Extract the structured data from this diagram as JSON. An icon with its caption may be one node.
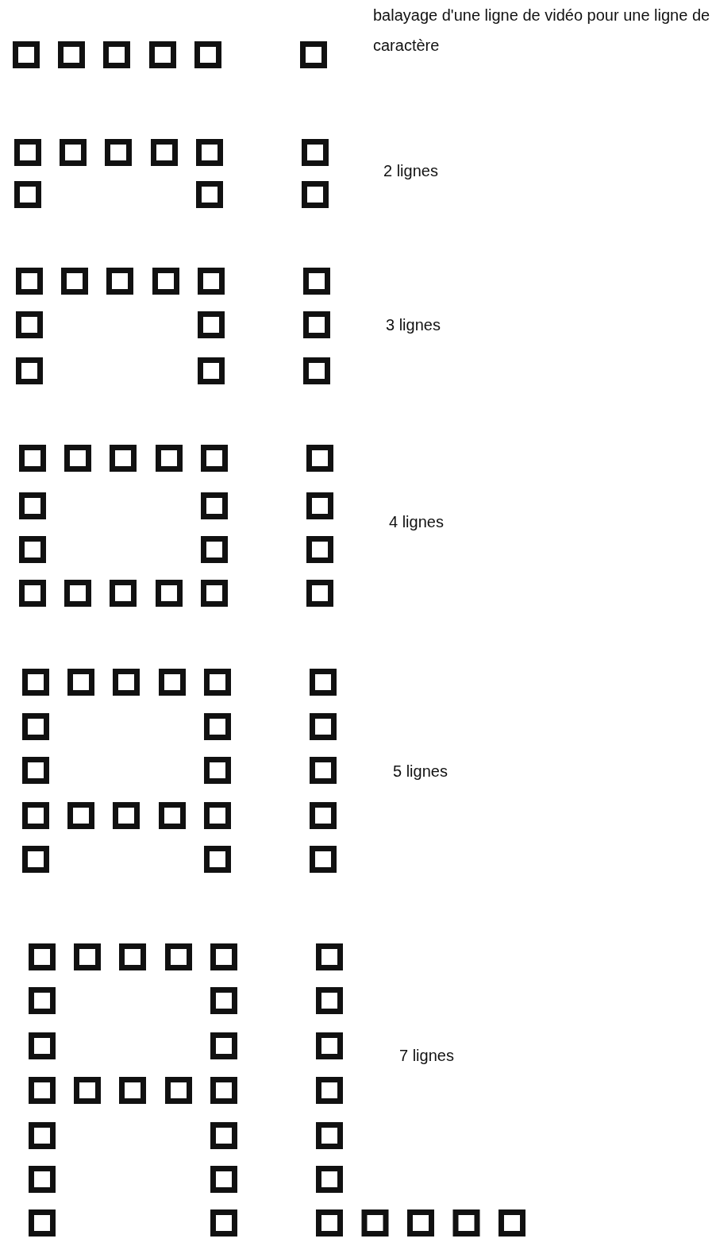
{
  "diagram": {
    "labels": [
      "balayage d'une ligne de vidéo pour une ligne de caractère",
      "2 lignes",
      "3 lignes",
      "4 lignes",
      "5 lignes",
      "7 lignes"
    ]
  }
}
